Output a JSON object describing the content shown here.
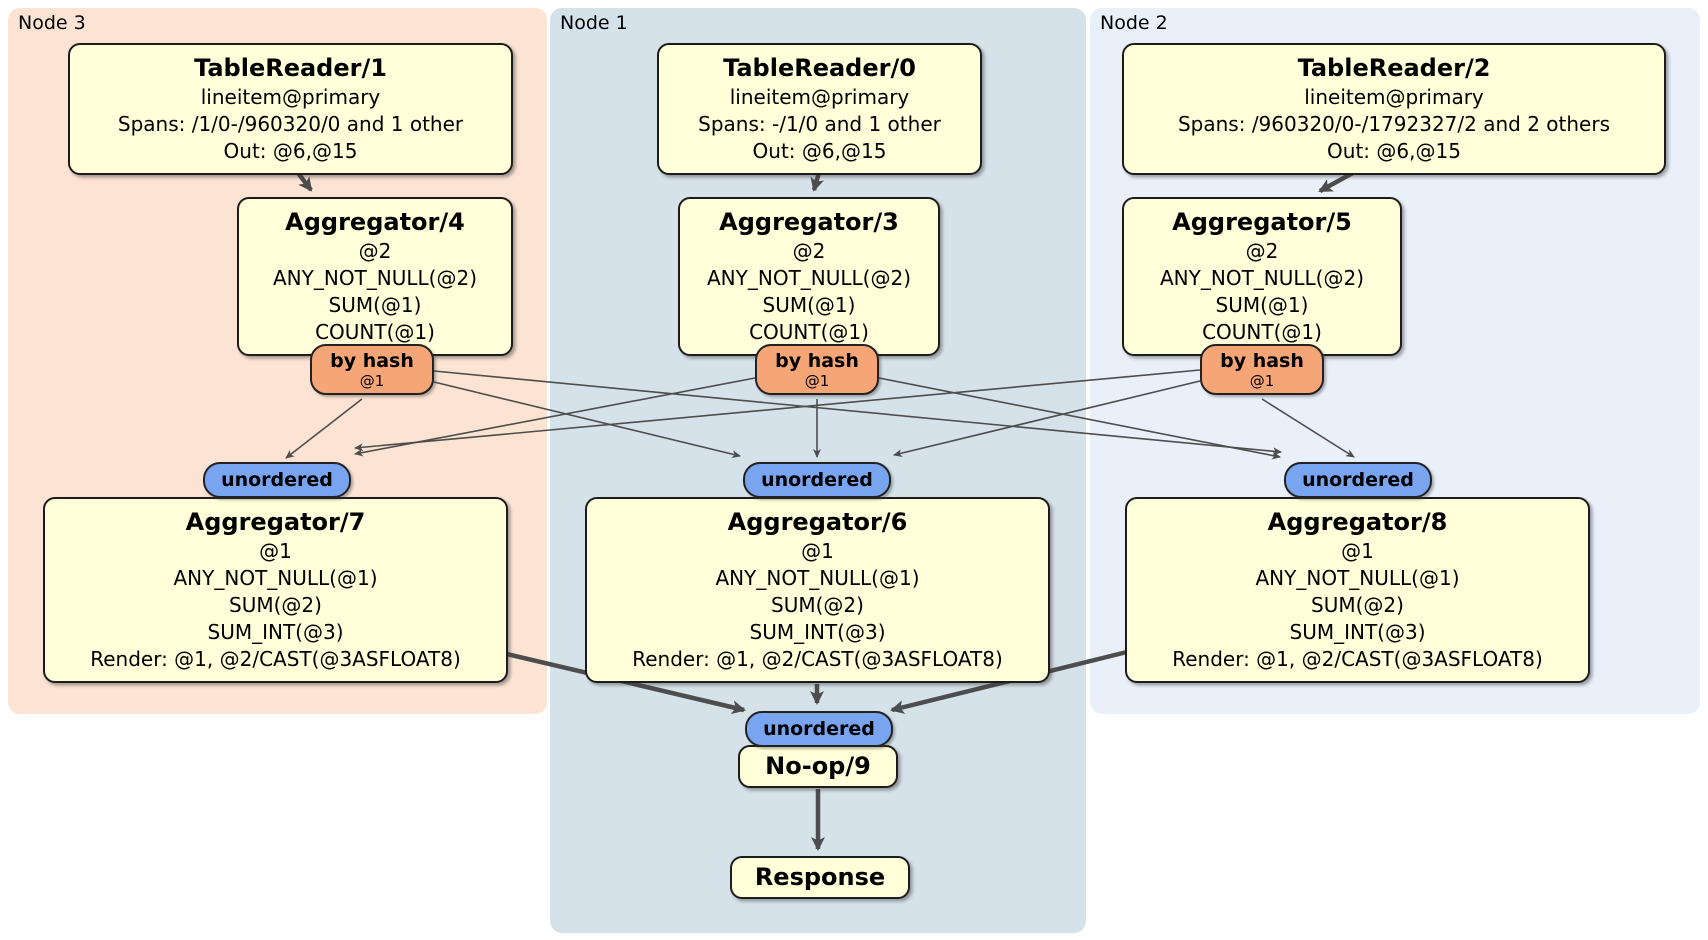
{
  "diagram": {
    "regions": [
      {
        "label": "Node 3",
        "bg": "#fce3d3"
      },
      {
        "label": "Node 1",
        "bg": "#d6e2ea"
      },
      {
        "label": "Node 2",
        "bg": "#eaf0fa"
      }
    ],
    "colors": {
      "node3_bg": "#fce3d3",
      "node1_bg": "#d6e2ea",
      "node2_bg": "#eaf0fa",
      "processor_bg": "#ffffd9",
      "hash_router_bg": "#f6a676",
      "stream_badge_bg": "#78a4f0",
      "edge": "#4d4d4d"
    },
    "processors": {
      "tablereader1": {
        "title": "TableReader/1",
        "lines": [
          "lineitem@primary",
          "Spans: /1/0-/960320/0 and 1 other",
          "Out: @6,@15"
        ]
      },
      "tablereader0": {
        "title": "TableReader/0",
        "lines": [
          "lineitem@primary",
          "Spans: -/1/0 and 1 other",
          "Out: @6,@15"
        ]
      },
      "tablereader2": {
        "title": "TableReader/2",
        "lines": [
          "lineitem@primary",
          "Spans: /960320/0-/1792327/2 and 2 others",
          "Out: @6,@15"
        ]
      },
      "aggregator4": {
        "title": "Aggregator/4",
        "lines": [
          "@2",
          "ANY_NOT_NULL(@2)",
          "SUM(@1)",
          "COUNT(@1)"
        ]
      },
      "aggregator3": {
        "title": "Aggregator/3",
        "lines": [
          "@2",
          "ANY_NOT_NULL(@2)",
          "SUM(@1)",
          "COUNT(@1)"
        ]
      },
      "aggregator5": {
        "title": "Aggregator/5",
        "lines": [
          "@2",
          "ANY_NOT_NULL(@2)",
          "SUM(@1)",
          "COUNT(@1)"
        ]
      },
      "aggregator7": {
        "title": "Aggregator/7",
        "lines": [
          "@1",
          "ANY_NOT_NULL(@1)",
          "SUM(@2)",
          "SUM_INT(@3)",
          "Render: @1, @2/CAST(@3ASFLOAT8)"
        ]
      },
      "aggregator6": {
        "title": "Aggregator/6",
        "lines": [
          "@1",
          "ANY_NOT_NULL(@1)",
          "SUM(@2)",
          "SUM_INT(@3)",
          "Render: @1, @2/CAST(@3ASFLOAT8)"
        ]
      },
      "aggregator8": {
        "title": "Aggregator/8",
        "lines": [
          "@1",
          "ANY_NOT_NULL(@1)",
          "SUM(@2)",
          "SUM_INT(@3)",
          "Render: @1, @2/CAST(@3ASFLOAT8)"
        ]
      },
      "noop9": {
        "title": "No-op/9"
      },
      "response": {
        "title": "Response"
      }
    },
    "routers": {
      "byhash4": {
        "label": "by hash",
        "detail": "@1"
      },
      "byhash3": {
        "label": "by hash",
        "detail": "@1"
      },
      "byhash5": {
        "label": "by hash",
        "detail": "@1"
      }
    },
    "streams": {
      "unordered7": {
        "label": "unordered"
      },
      "unordered6": {
        "label": "unordered"
      },
      "unordered8": {
        "label": "unordered"
      },
      "unordered9": {
        "label": "unordered"
      }
    }
  }
}
